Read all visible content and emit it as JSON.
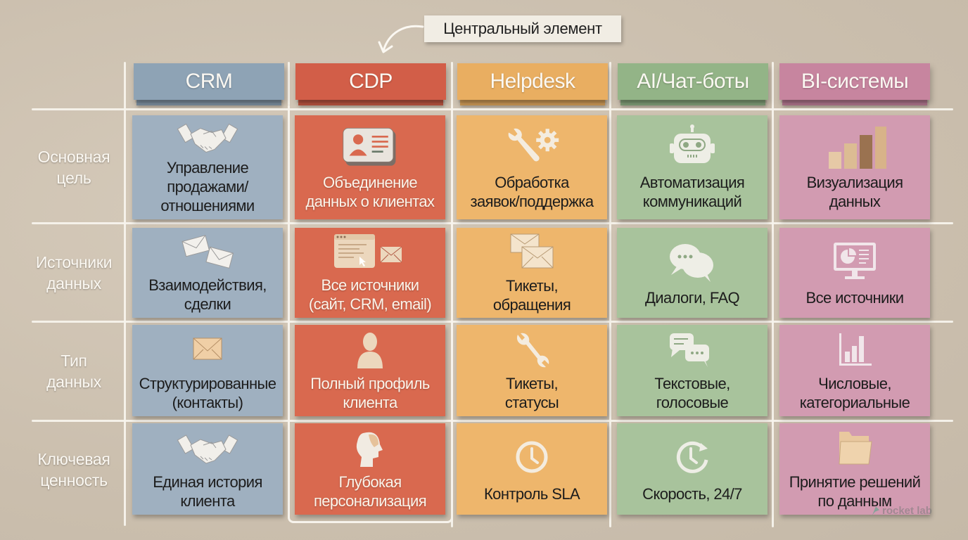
{
  "callout": {
    "label": "Центральный элемент",
    "arrow_icon": "curved-arrow-icon",
    "points_to": "CDP"
  },
  "columns": [
    {
      "key": "crm",
      "label": "CRM",
      "color": "#8ea3b5",
      "cell_color": "#9fb0c0"
    },
    {
      "key": "cdp",
      "label": "CDP",
      "color": "#d25e48",
      "cell_color": "#d9694f"
    },
    {
      "key": "help",
      "label": "Helpdesk",
      "color": "#e9ae61",
      "cell_color": "#eeb66c"
    },
    {
      "key": "ai",
      "label": "AI/Чат-боты",
      "color": "#93b487",
      "cell_color": "#a8c39c"
    },
    {
      "key": "bi",
      "label": "BI-системы",
      "color": "#c7859f",
      "cell_color": "#d29bb1"
    }
  ],
  "rows": [
    {
      "label_line1": "Основная",
      "label_line2": "цель",
      "cells": [
        {
          "icon": "handshake-icon",
          "line1": "Управление",
          "line2": "продажами/",
          "line3": "отношениями"
        },
        {
          "icon": "id-card-icon",
          "line1": "Объединение",
          "line2": "данных о клиентах"
        },
        {
          "icon": "wrench-gear-icon",
          "line1": "Обработка",
          "line2": "заявок/поддержка"
        },
        {
          "icon": "robot-icon",
          "line1": "Автоматизация",
          "line2": "коммуникаций"
        },
        {
          "icon": "bar-chart-blocks-icon",
          "line1": "Визуализация",
          "line2": "данных"
        }
      ]
    },
    {
      "label_line1": "Источники",
      "label_line2": "данных",
      "cells": [
        {
          "icon": "envelopes-icon",
          "line1": "Взаимодействия,",
          "line2": "сделки"
        },
        {
          "icon": "browser-envelope-icon",
          "line1": "Все источники",
          "line2": "(сайт, CRM, email)"
        },
        {
          "icon": "stacked-envelopes-icon",
          "line1": "Тикеты,",
          "line2": "обращения"
        },
        {
          "icon": "chat-bubbles-icon",
          "line1": "Диалоги, FAQ"
        },
        {
          "icon": "monitor-dashboard-icon",
          "line1": "Все источники"
        }
      ]
    },
    {
      "label_line1": "Тип",
      "label_line2": "данных",
      "cells": [
        {
          "icon": "envelope-icon",
          "line1": "Структурированные",
          "line2": "(контакты)"
        },
        {
          "icon": "person-icon",
          "line1": "Полный профиль",
          "line2": "клиента"
        },
        {
          "icon": "wrench-icon",
          "line1": "Тикеты,",
          "line2": "статусы"
        },
        {
          "icon": "message-bubbles-icon",
          "line1": "Текстовые,",
          "line2": "голосовые"
        },
        {
          "icon": "bar-chart-icon",
          "line1": "Числовые,",
          "line2": "категориальные"
        }
      ]
    },
    {
      "label_line1": "Ключевая",
      "label_line2": "ценность",
      "cells": [
        {
          "icon": "handshake-icon",
          "line1": "Единая история",
          "line2": "клиента"
        },
        {
          "icon": "head-profile-icon",
          "line1": "Глубокая",
          "line2": "персонализация"
        },
        {
          "icon": "clock-icon",
          "line1": "Контроль SLA"
        },
        {
          "icon": "clock-refresh-icon",
          "line1": "Скорость, 24/7"
        },
        {
          "icon": "folder-icon",
          "line1": "Принятие решений",
          "line2": "по данным"
        }
      ]
    }
  ],
  "watermark": {
    "label": "rocket lab"
  }
}
